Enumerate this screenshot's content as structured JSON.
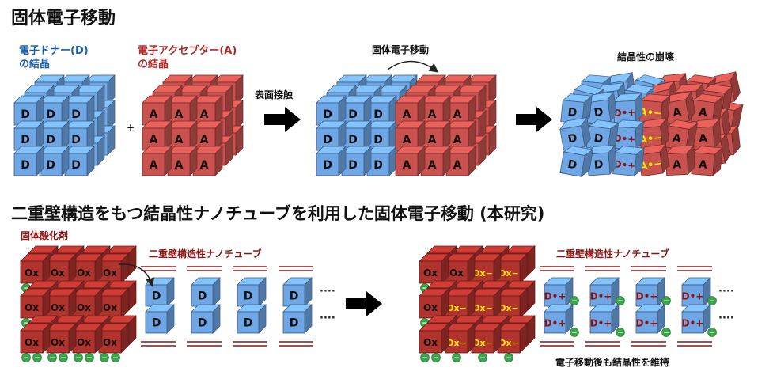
{
  "section1": {
    "title": "固体電子移動",
    "donor_label_1": "電子ドナー(D)",
    "donor_label_2": "の結晶",
    "acceptor_label_1": "電子アクセプター(A)",
    "acceptor_label_2": "の結晶",
    "plus": "+",
    "contact_label": "表面接触",
    "transfer_label": "固体電子移動",
    "collapse_label": "結晶性の崩壊"
  },
  "section2": {
    "title": "二重壁構造をもつ結晶性ナノチューブを利用した固体電子移動 (本研究)",
    "oxidant_label": "固体酸化剤",
    "nanotube_label_left": "二重壁構造性ナノチューブ",
    "nanotube_label_right": "二重壁構造性ナノチューブ",
    "maintain_label": "電子移動後も結晶性を維持",
    "ellipsis": "····"
  },
  "glyphs": {
    "donor": "D",
    "acceptor": "A",
    "donor_cation": "D•+",
    "acceptor_anion": "A•−",
    "oxidant": "Ox",
    "oxidant_reduced": "Ox−",
    "minus": "−"
  },
  "colors": {
    "donor_blue": "#6fa6e6",
    "acceptor_red": "#c9524f",
    "oxidant_red": "#b0332e",
    "electron_green": "#3aa84a",
    "tube_wall": "#8b1414"
  }
}
